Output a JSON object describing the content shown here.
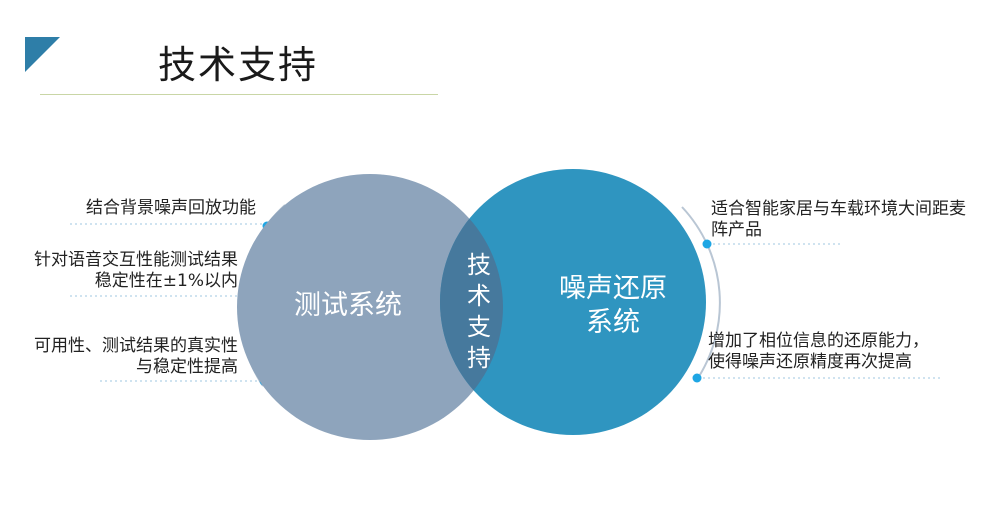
{
  "header": {
    "title": "技术支持"
  },
  "colors": {
    "corner_triangle": "#2e7ea8",
    "left_circle": "#8ea4bc",
    "right_circle": "#2f95c0",
    "overlap": "#46799d",
    "title_rule": "#c9d6a6",
    "dot": "#1ea6e4",
    "arc": "#b9c6d4",
    "dotted_line": "#9fc7e0"
  },
  "diagram": {
    "left_circle": {
      "label": "测试系统"
    },
    "right_circle": {
      "label": "噪声还原系统",
      "label_lines": [
        "噪声还原",
        "系统"
      ]
    },
    "overlap": {
      "label": "技术支持",
      "chars": [
        "技",
        "术",
        "支",
        "持"
      ]
    },
    "left_notes": [
      {
        "text": "结合背景噪声回放功能",
        "lines": [
          "结合背景噪声回放功能"
        ]
      },
      {
        "text": "针对语音交互性能测试结果稳定性在±1%以内",
        "lines": [
          "针对语音交互性能测试结果",
          "稳定性在±1%以内"
        ]
      },
      {
        "text": "可用性、测试结果的真实性与稳定性提高",
        "lines": [
          "可用性、测试结果的真实性",
          "与稳定性提高"
        ]
      }
    ],
    "right_notes": [
      {
        "text": "适合智能家居与车载环境大间距麦阵产品",
        "lines": [
          "适合智能家居与车载环境大间距麦",
          "阵产品"
        ]
      },
      {
        "text": "增加了相位信息的还原能力，使得噪声还原精度再次提高",
        "lines": [
          "增加了相位信息的还原能力，",
          "使得噪声还原精度再次提高"
        ]
      }
    ]
  }
}
